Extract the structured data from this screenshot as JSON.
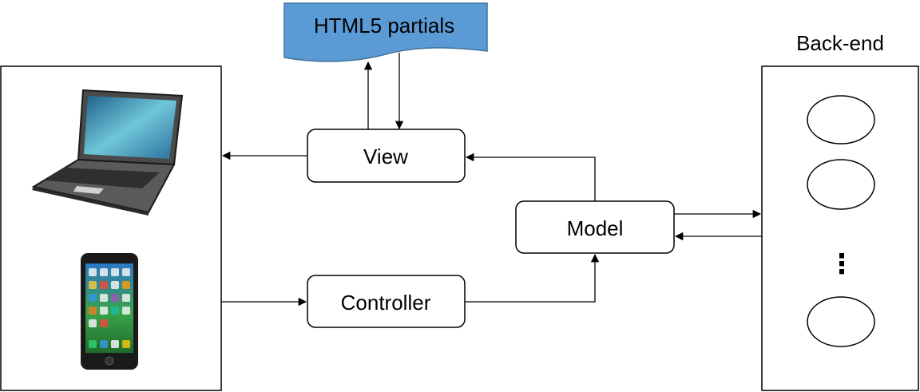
{
  "diagram": {
    "html5_partials_label": "HTML5 partials",
    "view_label": "View",
    "controller_label": "Controller",
    "model_label": "Model",
    "backend_label": "Back-end",
    "ellipsis": "⋮"
  },
  "colors": {
    "document_fill": "#5b9bd5",
    "document_stroke": "#41719c",
    "box_stroke": "#000000",
    "laptop_screen": "#3a8fb0",
    "laptop_body": "#3d3d3d",
    "phone_body": "#1a1a1a"
  },
  "icons": {
    "client_laptop": "laptop-icon",
    "client_phone": "smartphone-icon"
  }
}
